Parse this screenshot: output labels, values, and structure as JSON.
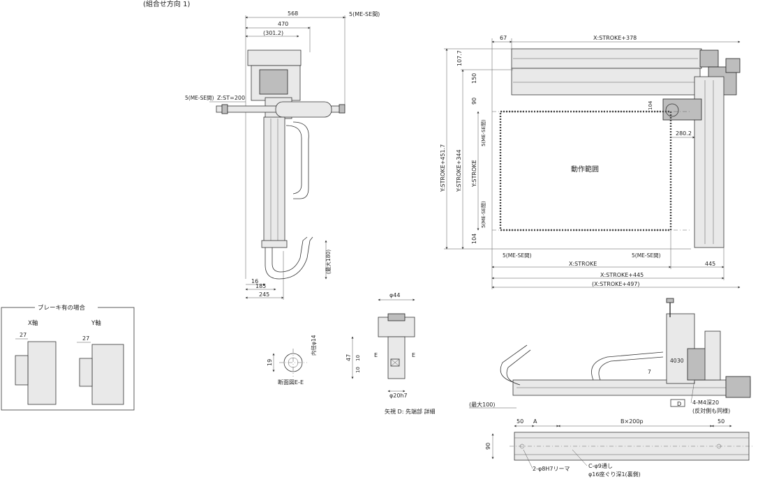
{
  "header": {
    "combo_title": "(組合せ方向 1)"
  },
  "side_view": {
    "dim_568": "568",
    "dim_470": "470",
    "dim_301": "(301.2)",
    "me_se_top": "5(ME-SE間)",
    "me_se_left": "5(ME-SE間)",
    "z_stroke": "Z:ST=200",
    "dim_16": "16",
    "dim_185": "185",
    "dim_245": "245",
    "max_180": "(最大180)"
  },
  "top_view": {
    "dim_67": "67",
    "x_stroke_378": "X:STROKE+378",
    "dim_107_7": "107.7",
    "dim_150": "150",
    "dim_90": "90",
    "dim_104_a": "104",
    "y_stroke_451": "Y:STROKE+451.7",
    "y_stroke_344": "Y:STROKE+344",
    "y_stroke": "Y:STROKE",
    "me_se_y1": "5(ME-SE間)",
    "me_se_y2": "5(ME-SE間)",
    "dim_104_b": "104",
    "dim_280": "280.2",
    "motion_range": "動作範囲",
    "me_se_x1": "5(ME-SE間)",
    "me_se_x2": "5(ME-SE間)",
    "x_stroke": "X:STROKE",
    "dim_445": "445",
    "x_stroke_445": "X:STROKE+445",
    "x_stroke_497": "(X:STROKE+497)"
  },
  "brake_box": {
    "title": "ブレーキ有の場合",
    "x_axis": "X軸",
    "y_axis": "Y軸",
    "dim_x": "27",
    "dim_y": "27"
  },
  "section_ee": {
    "dim_19": "19",
    "inner_dia": "内径φ14",
    "caption": "断面図E-E"
  },
  "tip_detail": {
    "dia_44": "φ44",
    "dim_47": "47",
    "dim_10a": "10",
    "dim_10b": "10",
    "e_left": "E",
    "e_right": "E",
    "dia_20": "φ20h7",
    "caption": "矢視 D: 先端部 詳細"
  },
  "iso_view": {
    "dim_40": "40",
    "dim_30": "30",
    "dim_7": "7",
    "max_100": "(最大100)",
    "arrow_d": "D",
    "tap": "4-M4深20",
    "tap_note": "(反対側も同様)"
  },
  "base_view": {
    "dim_50a": "50",
    "dim_a": "A",
    "dim_b": "B×200p",
    "dim_50b": "50",
    "dim_90": "90",
    "ream": "2-φ8H7リーマ",
    "holes": "C-φ9通し",
    "counterbore": "φ16座ぐり深1(裏側)"
  }
}
